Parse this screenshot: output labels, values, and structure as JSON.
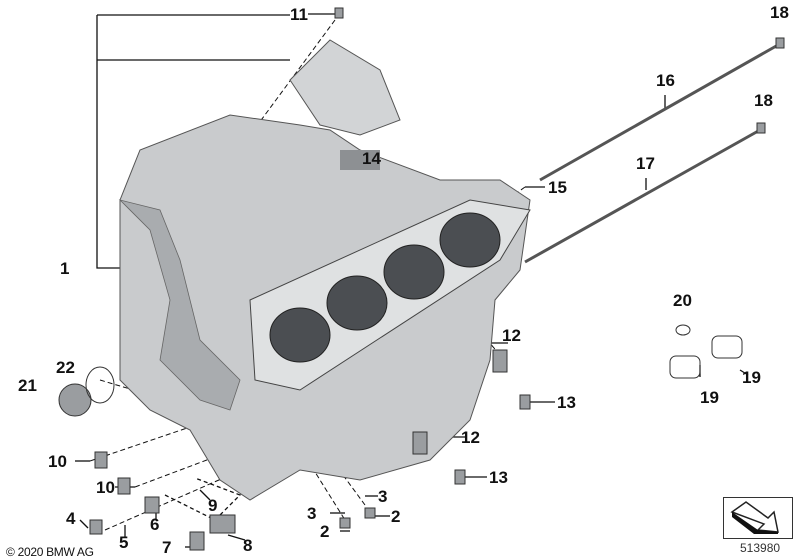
{
  "diagram": {
    "labels": [
      {
        "id": "l11",
        "text": "11"
      },
      {
        "id": "l18a",
        "text": "18"
      },
      {
        "id": "l16",
        "text": "16"
      },
      {
        "id": "l18b",
        "text": "18"
      },
      {
        "id": "l17",
        "text": "17"
      },
      {
        "id": "l14",
        "text": "14"
      },
      {
        "id": "l15",
        "text": "15"
      },
      {
        "id": "l1",
        "text": "1"
      },
      {
        "id": "l20",
        "text": "20"
      },
      {
        "id": "l12a",
        "text": "12"
      },
      {
        "id": "l19a",
        "text": "19"
      },
      {
        "id": "l19b",
        "text": "19"
      },
      {
        "id": "l13a",
        "text": "13"
      },
      {
        "id": "l21",
        "text": "21"
      },
      {
        "id": "l22",
        "text": "22"
      },
      {
        "id": "l12b",
        "text": "12"
      },
      {
        "id": "l13b",
        "text": "13"
      },
      {
        "id": "l10a",
        "text": "10"
      },
      {
        "id": "l10b",
        "text": "10"
      },
      {
        "id": "l3a",
        "text": "3"
      },
      {
        "id": "l3b",
        "text": "3"
      },
      {
        "id": "l2a",
        "text": "2"
      },
      {
        "id": "l2b",
        "text": "2"
      },
      {
        "id": "l9",
        "text": "9"
      },
      {
        "id": "l4",
        "text": "4"
      },
      {
        "id": "l6",
        "text": "6"
      },
      {
        "id": "l5",
        "text": "5"
      },
      {
        "id": "l7",
        "text": "7"
      },
      {
        "id": "l8",
        "text": "8"
      }
    ],
    "copyright": "© 2020 BMW AG",
    "reference_number": "513980",
    "colors": {
      "part": "#c9cbcd",
      "part_dark": "#8d9093",
      "line": "#111111"
    }
  }
}
